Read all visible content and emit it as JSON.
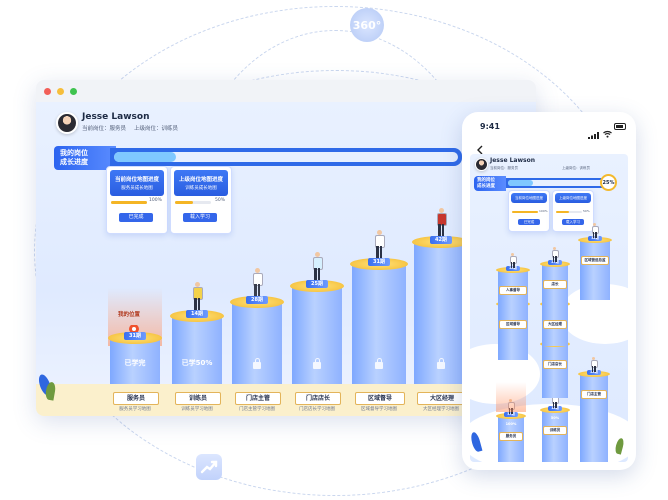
{
  "badge_360": "360°",
  "colors": {
    "accent": "#2f6ae8",
    "gold": "#f3b92e",
    "dot_red": "#f25f58",
    "dot_yellow": "#f6be3b",
    "dot_green": "#3fc34f"
  },
  "desktop": {
    "user_name": "Jesse Lawson",
    "current_position": "当前岗位：服务员",
    "upper_position": "上级岗位：训练员",
    "progress_title_line1": "我的岗位",
    "progress_title_line2": "成长进度",
    "progress_fraction": 0.18,
    "cards": [
      {
        "title": "当前岗位地图进度",
        "subtitle": "服务员成长地图",
        "percent": "100%",
        "percent_value": 100,
        "button": "已完成"
      },
      {
        "title": "上级岗位地图进度",
        "subtitle": "训练员成长地图",
        "percent": "50%",
        "percent_value": 50,
        "button": "载入学习"
      }
    ],
    "my_position_label": "我的位置",
    "pillars": [
      {
        "days": "31期",
        "status": "已学完",
        "role": "服务员",
        "map": "服务员学习地图"
      },
      {
        "days": "14期",
        "status": "已学50%",
        "role": "训练员",
        "map": "训练员学习地图"
      },
      {
        "days": "28期",
        "status": "",
        "role": "门店主管",
        "map": "门店主管学习地图"
      },
      {
        "days": "25期",
        "status": "",
        "role": "门店店长",
        "map": "门店店长学习地图"
      },
      {
        "days": "31期",
        "status": "",
        "role": "区域督导",
        "map": "区域督导学习地图"
      },
      {
        "days": "42期",
        "status": "",
        "role": "大区经理",
        "map": "大区经理学习地图"
      }
    ]
  },
  "mobile": {
    "time": "9:41",
    "back_icon": "chevron-left-icon",
    "user_name": "Jesse Lawson",
    "current_position": "当前岗位：服务员",
    "upper_position": "上级岗位：训练员",
    "progress_title_line1": "我的岗位",
    "progress_title_line2": "成长进度",
    "progress_percent": "25%",
    "progress_fraction": 0.25,
    "cards": [
      {
        "title": "当前岗位地图进度",
        "percent": "100%",
        "percent_value": 100,
        "button": "已完成"
      },
      {
        "title": "上级岗位地图进度",
        "percent": "50%",
        "percent_value": 50,
        "button": "载入学习"
      }
    ],
    "pillars": [
      {
        "days": "39期",
        "role": "服务员",
        "extra": "100%"
      },
      {
        "days": "14期",
        "role": "训练员",
        "extra": "50%"
      },
      {
        "days": "28期",
        "role": "门店主管"
      },
      {
        "days": "25期",
        "role": "门店店长"
      },
      {
        "days": "31期",
        "role": "区域督导"
      },
      {
        "days": "34期",
        "role": "大区经理"
      },
      {
        "days": "27期",
        "role": "店长"
      },
      {
        "days": "28期",
        "role": "人事督导"
      },
      {
        "days": "32期",
        "role": "区域营运总监"
      }
    ]
  }
}
